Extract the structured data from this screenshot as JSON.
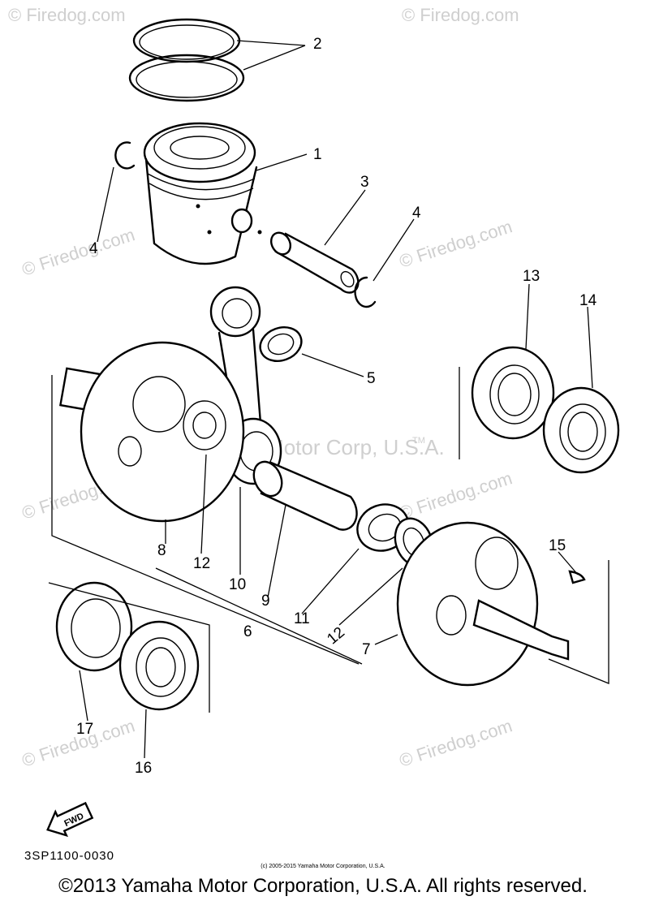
{
  "watermarks": {
    "firedog": "© Firedog.com",
    "yamaha": "© Yamaha Motor Corp, U.S.A.",
    "tm": "TM"
  },
  "callouts": {
    "c1": "1",
    "c2": "2",
    "c3": "3",
    "c4a": "4",
    "c4b": "4",
    "c5": "5",
    "c6": "6",
    "c7": "7",
    "c8": "8",
    "c9": "9",
    "c10": "10",
    "c11": "11",
    "c12a": "12",
    "c12b": "12",
    "c13": "13",
    "c14": "14",
    "c15": "15",
    "c16": "16",
    "c17": "17"
  },
  "fwd_label": "FWD",
  "diagram_code": "3SP1100-0030",
  "small_copyright": "(c) 2005-2015 Yamaha Motor Corporation, U.S.A.",
  "footer_copyright": "©2013 Yamaha Motor Corporation, U.S.A. All rights reserved."
}
